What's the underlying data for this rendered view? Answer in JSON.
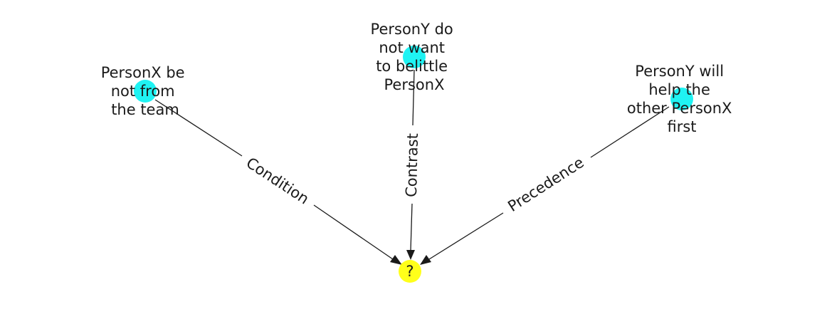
{
  "colors": {
    "source_node": "#1ff3f3",
    "target_node": "#ffff1a",
    "text": "#1a1a1a",
    "edge": "#1a1a1a",
    "background": "#ffffff"
  },
  "nodes": {
    "n1": {
      "lines": [
        "PersonX be",
        "not from",
        "the team"
      ],
      "role": "source"
    },
    "n2": {
      "lines": [
        "PersonY do",
        "not want",
        "to belittle",
        "PersonX"
      ],
      "role": "source"
    },
    "n3": {
      "lines": [
        "PersonY will",
        "help the",
        "other PersonX",
        "first"
      ],
      "role": "source"
    },
    "target": {
      "lines": [
        "?"
      ],
      "role": "target"
    }
  },
  "edges": {
    "e1": {
      "from": "n1",
      "to": "target",
      "label": "Condition"
    },
    "e2": {
      "from": "n2",
      "to": "target",
      "label": "Contrast"
    },
    "e3": {
      "from": "n3",
      "to": "target",
      "label": "Precedence"
    }
  }
}
